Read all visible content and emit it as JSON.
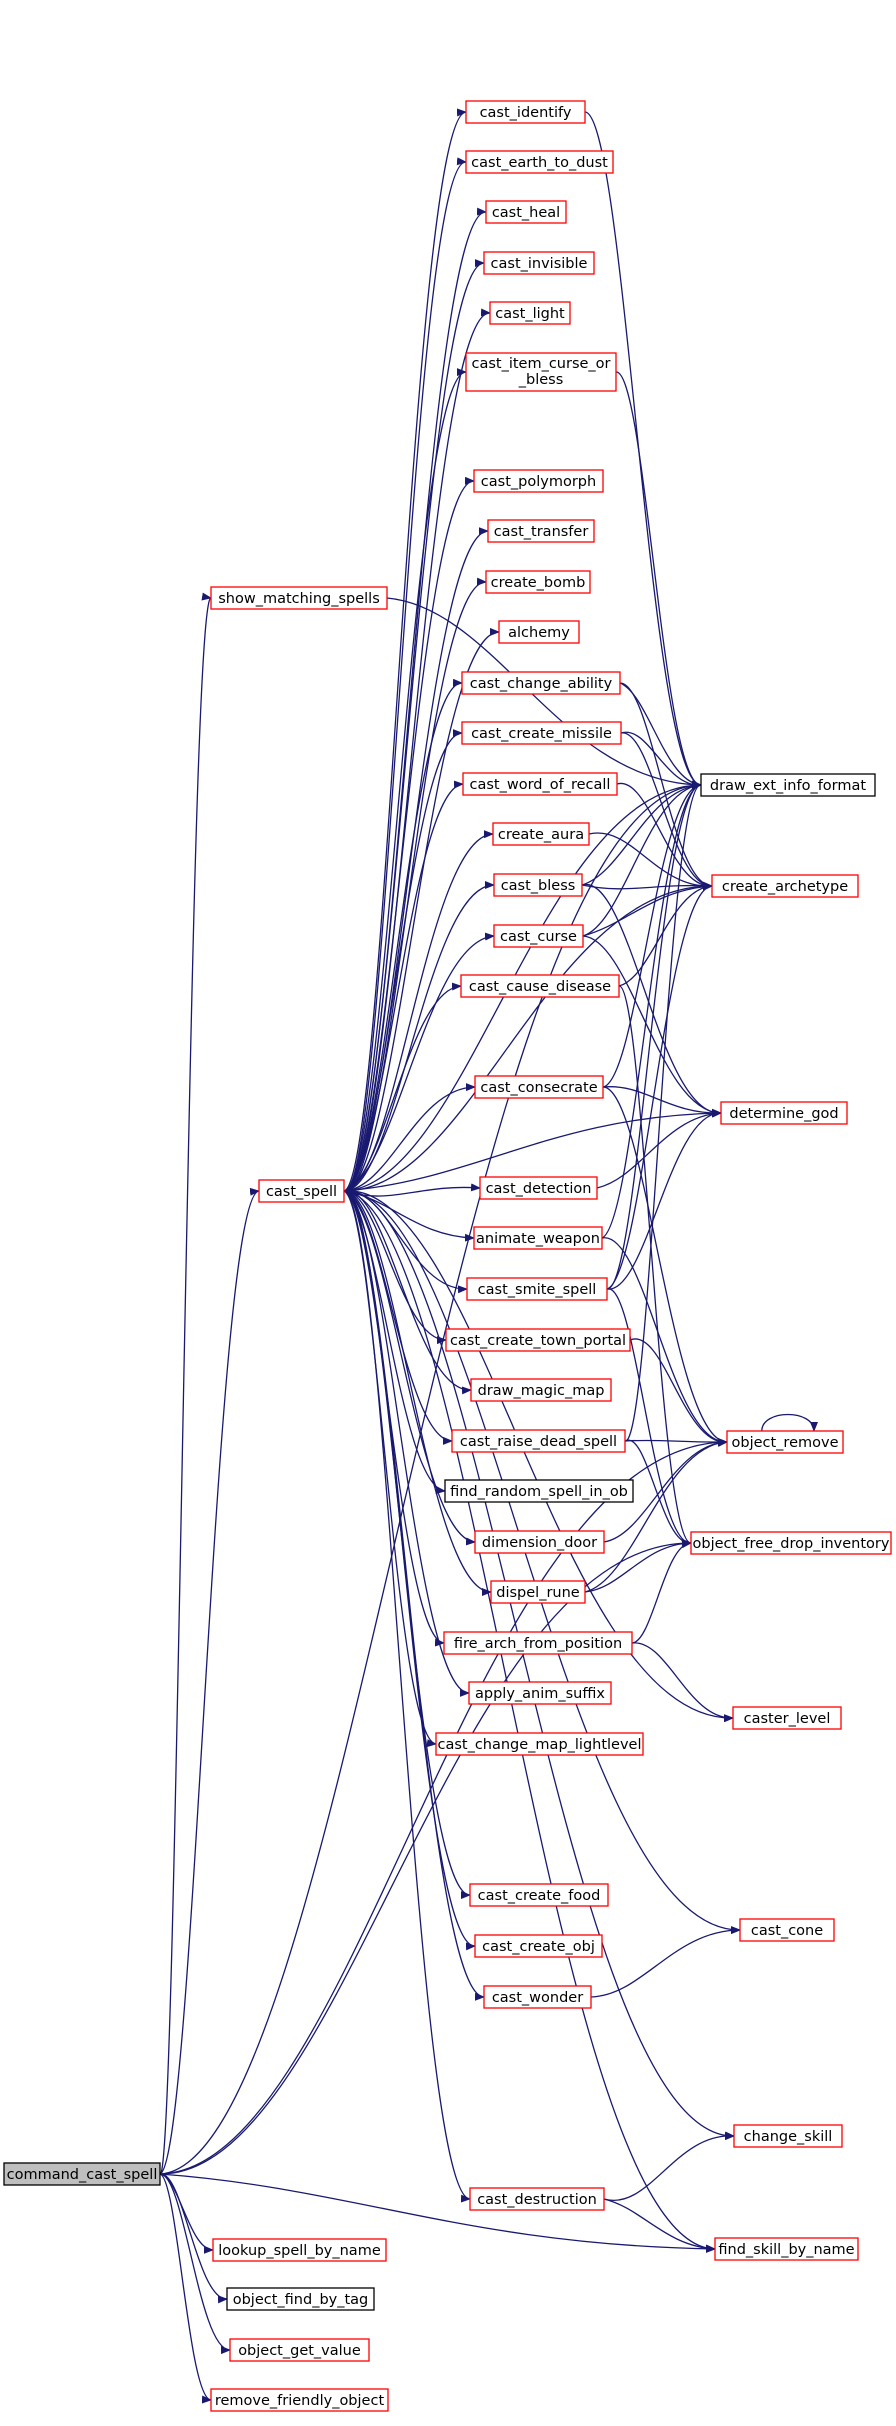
{
  "colors": {
    "edge": "#191970",
    "node_border_default": "#ff0000",
    "node_border_plain": "#000000",
    "root_fill": "#bfbfbf",
    "text": "#000000"
  },
  "nodes": [
    {
      "id": "command_cast_spell",
      "label": "command_cast_spell",
      "style": "root"
    },
    {
      "id": "show_matching_spells",
      "label": "show_matching_spells",
      "style": "red"
    },
    {
      "id": "cast_spell",
      "label": "cast_spell",
      "style": "red"
    },
    {
      "id": "lookup_spell_by_name",
      "label": "lookup_spell_by_name",
      "style": "red"
    },
    {
      "id": "object_find_by_tag",
      "label": "object_find_by_tag",
      "style": "black"
    },
    {
      "id": "object_get_value",
      "label": "object_get_value",
      "style": "red"
    },
    {
      "id": "remove_friendly_object",
      "label": "remove_friendly_object",
      "style": "red"
    },
    {
      "id": "cast_identify",
      "label": "cast_identify",
      "style": "red"
    },
    {
      "id": "cast_earth_to_dust",
      "label": "cast_earth_to_dust",
      "style": "red"
    },
    {
      "id": "cast_heal",
      "label": "cast_heal",
      "style": "red"
    },
    {
      "id": "cast_invisible",
      "label": "cast_invisible",
      "style": "red"
    },
    {
      "id": "cast_light",
      "label": "cast_light",
      "style": "red"
    },
    {
      "id": "cast_item_curse_or_bless",
      "label": "cast_item_curse_or",
      "label2": "_bless",
      "style": "red"
    },
    {
      "id": "cast_polymorph",
      "label": "cast_polymorph",
      "style": "red"
    },
    {
      "id": "cast_transfer",
      "label": "cast_transfer",
      "style": "red"
    },
    {
      "id": "create_bomb",
      "label": "create_bomb",
      "style": "red"
    },
    {
      "id": "alchemy",
      "label": "alchemy",
      "style": "red"
    },
    {
      "id": "cast_change_ability",
      "label": "cast_change_ability",
      "style": "red"
    },
    {
      "id": "cast_create_missile",
      "label": "cast_create_missile",
      "style": "red"
    },
    {
      "id": "cast_word_of_recall",
      "label": "cast_word_of_recall",
      "style": "red"
    },
    {
      "id": "create_aura",
      "label": "create_aura",
      "style": "red"
    },
    {
      "id": "cast_bless",
      "label": "cast_bless",
      "style": "red"
    },
    {
      "id": "cast_curse",
      "label": "cast_curse",
      "style": "red"
    },
    {
      "id": "cast_cause_disease",
      "label": "cast_cause_disease",
      "style": "red"
    },
    {
      "id": "cast_consecrate",
      "label": "cast_consecrate",
      "style": "red"
    },
    {
      "id": "cast_detection",
      "label": "cast_detection",
      "style": "red"
    },
    {
      "id": "animate_weapon",
      "label": "animate_weapon",
      "style": "red"
    },
    {
      "id": "cast_smite_spell",
      "label": "cast_smite_spell",
      "style": "red"
    },
    {
      "id": "cast_create_town_portal",
      "label": "cast_create_town_portal",
      "style": "red"
    },
    {
      "id": "draw_magic_map",
      "label": "draw_magic_map",
      "style": "red"
    },
    {
      "id": "cast_raise_dead_spell",
      "label": "cast_raise_dead_spell",
      "style": "red"
    },
    {
      "id": "find_random_spell_in_ob",
      "label": "find_random_spell_in_ob",
      "style": "black"
    },
    {
      "id": "dimension_door",
      "label": "dimension_door",
      "style": "red"
    },
    {
      "id": "dispel_rune",
      "label": "dispel_rune",
      "style": "red"
    },
    {
      "id": "fire_arch_from_position",
      "label": "fire_arch_from_position",
      "style": "red"
    },
    {
      "id": "apply_anim_suffix",
      "label": "apply_anim_suffix",
      "style": "red"
    },
    {
      "id": "cast_change_map_lightlevel",
      "label": "cast_change_map_lightlevel",
      "style": "red"
    },
    {
      "id": "cast_create_food",
      "label": "cast_create_food",
      "style": "red"
    },
    {
      "id": "cast_create_obj",
      "label": "cast_create_obj",
      "style": "red"
    },
    {
      "id": "cast_wonder",
      "label": "cast_wonder",
      "style": "red"
    },
    {
      "id": "cast_destruction",
      "label": "cast_destruction",
      "style": "red"
    },
    {
      "id": "draw_ext_info_format",
      "label": "draw_ext_info_format",
      "style": "black"
    },
    {
      "id": "create_archetype",
      "label": "create_archetype",
      "style": "red"
    },
    {
      "id": "determine_god",
      "label": "determine_god",
      "style": "red"
    },
    {
      "id": "object_remove",
      "label": "object_remove",
      "style": "red"
    },
    {
      "id": "object_free_drop_inventory",
      "label": "object_free_drop_inventory",
      "style": "red"
    },
    {
      "id": "caster_level",
      "label": "caster_level",
      "style": "red"
    },
    {
      "id": "cast_cone",
      "label": "cast_cone",
      "style": "red"
    },
    {
      "id": "change_skill",
      "label": "change_skill",
      "style": "red"
    },
    {
      "id": "find_skill_by_name",
      "label": "find_skill_by_name",
      "style": "red"
    }
  ],
  "edges": [
    [
      "command_cast_spell",
      "show_matching_spells"
    ],
    [
      "command_cast_spell",
      "cast_spell"
    ],
    [
      "command_cast_spell",
      "lookup_spell_by_name"
    ],
    [
      "command_cast_spell",
      "object_find_by_tag"
    ],
    [
      "command_cast_spell",
      "object_get_value"
    ],
    [
      "command_cast_spell",
      "remove_friendly_object"
    ],
    [
      "command_cast_spell",
      "draw_ext_info_format"
    ],
    [
      "command_cast_spell",
      "object_remove"
    ],
    [
      "command_cast_spell",
      "object_free_drop_inventory"
    ],
    [
      "command_cast_spell",
      "find_skill_by_name"
    ],
    [
      "show_matching_spells",
      "draw_ext_info_format"
    ],
    [
      "cast_spell",
      "cast_identify"
    ],
    [
      "cast_spell",
      "cast_earth_to_dust"
    ],
    [
      "cast_spell",
      "cast_heal"
    ],
    [
      "cast_spell",
      "cast_invisible"
    ],
    [
      "cast_spell",
      "cast_light"
    ],
    [
      "cast_spell",
      "cast_item_curse_or_bless"
    ],
    [
      "cast_spell",
      "cast_polymorph"
    ],
    [
      "cast_spell",
      "cast_transfer"
    ],
    [
      "cast_spell",
      "create_bomb"
    ],
    [
      "cast_spell",
      "alchemy"
    ],
    [
      "cast_spell",
      "cast_change_ability"
    ],
    [
      "cast_spell",
      "cast_create_missile"
    ],
    [
      "cast_spell",
      "cast_word_of_recall"
    ],
    [
      "cast_spell",
      "create_aura"
    ],
    [
      "cast_spell",
      "cast_bless"
    ],
    [
      "cast_spell",
      "cast_curse"
    ],
    [
      "cast_spell",
      "cast_cause_disease"
    ],
    [
      "cast_spell",
      "cast_consecrate"
    ],
    [
      "cast_spell",
      "cast_detection"
    ],
    [
      "cast_spell",
      "animate_weapon"
    ],
    [
      "cast_spell",
      "cast_smite_spell"
    ],
    [
      "cast_spell",
      "cast_create_town_portal"
    ],
    [
      "cast_spell",
      "draw_magic_map"
    ],
    [
      "cast_spell",
      "cast_raise_dead_spell"
    ],
    [
      "cast_spell",
      "find_random_spell_in_ob"
    ],
    [
      "cast_spell",
      "dimension_door"
    ],
    [
      "cast_spell",
      "dispel_rune"
    ],
    [
      "cast_spell",
      "fire_arch_from_position"
    ],
    [
      "cast_spell",
      "apply_anim_suffix"
    ],
    [
      "cast_spell",
      "cast_change_map_lightlevel"
    ],
    [
      "cast_spell",
      "cast_create_food"
    ],
    [
      "cast_spell",
      "cast_create_obj"
    ],
    [
      "cast_spell",
      "cast_wonder"
    ],
    [
      "cast_spell",
      "cast_destruction"
    ],
    [
      "cast_spell",
      "draw_ext_info_format"
    ],
    [
      "cast_spell",
      "create_archetype"
    ],
    [
      "cast_spell",
      "determine_god"
    ],
    [
      "cast_spell",
      "caster_level"
    ],
    [
      "cast_spell",
      "cast_cone"
    ],
    [
      "cast_spell",
      "change_skill"
    ],
    [
      "cast_spell",
      "find_skill_by_name"
    ],
    [
      "cast_identify",
      "draw_ext_info_format"
    ],
    [
      "cast_item_curse_or_bless",
      "draw_ext_info_format"
    ],
    [
      "cast_change_ability",
      "draw_ext_info_format"
    ],
    [
      "cast_change_ability",
      "create_archetype"
    ],
    [
      "cast_create_missile",
      "draw_ext_info_format"
    ],
    [
      "cast_create_missile",
      "create_archetype"
    ],
    [
      "cast_word_of_recall",
      "create_archetype"
    ],
    [
      "create_aura",
      "create_archetype"
    ],
    [
      "cast_bless",
      "draw_ext_info_format"
    ],
    [
      "cast_bless",
      "create_archetype"
    ],
    [
      "cast_bless",
      "determine_god"
    ],
    [
      "cast_curse",
      "draw_ext_info_format"
    ],
    [
      "cast_curse",
      "create_archetype"
    ],
    [
      "cast_curse",
      "determine_god"
    ],
    [
      "cast_cause_disease",
      "create_archetype"
    ],
    [
      "cast_cause_disease",
      "object_free_drop_inventory"
    ],
    [
      "cast_consecrate",
      "draw_ext_info_format"
    ],
    [
      "cast_consecrate",
      "determine_god"
    ],
    [
      "cast_consecrate",
      "object_remove"
    ],
    [
      "cast_detection",
      "determine_god"
    ],
    [
      "animate_weapon",
      "draw_ext_info_format"
    ],
    [
      "animate_weapon",
      "object_remove"
    ],
    [
      "cast_smite_spell",
      "draw_ext_info_format"
    ],
    [
      "cast_smite_spell",
      "create_archetype"
    ],
    [
      "cast_smite_spell",
      "determine_god"
    ],
    [
      "cast_smite_spell",
      "object_free_drop_inventory"
    ],
    [
      "cast_create_town_portal",
      "object_remove"
    ],
    [
      "cast_raise_dead_spell",
      "draw_ext_info_format"
    ],
    [
      "cast_raise_dead_spell",
      "object_remove"
    ],
    [
      "cast_raise_dead_spell",
      "object_free_drop_inventory"
    ],
    [
      "dimension_door",
      "object_remove"
    ],
    [
      "dispel_rune",
      "object_remove"
    ],
    [
      "dispel_rune",
      "object_free_drop_inventory"
    ],
    [
      "fire_arch_from_position",
      "object_free_drop_inventory"
    ],
    [
      "fire_arch_from_position",
      "caster_level"
    ],
    [
      "cast_wonder",
      "cast_cone"
    ],
    [
      "cast_destruction",
      "change_skill"
    ],
    [
      "cast_destruction",
      "find_skill_by_name"
    ],
    [
      "object_remove",
      "object_remove"
    ]
  ]
}
